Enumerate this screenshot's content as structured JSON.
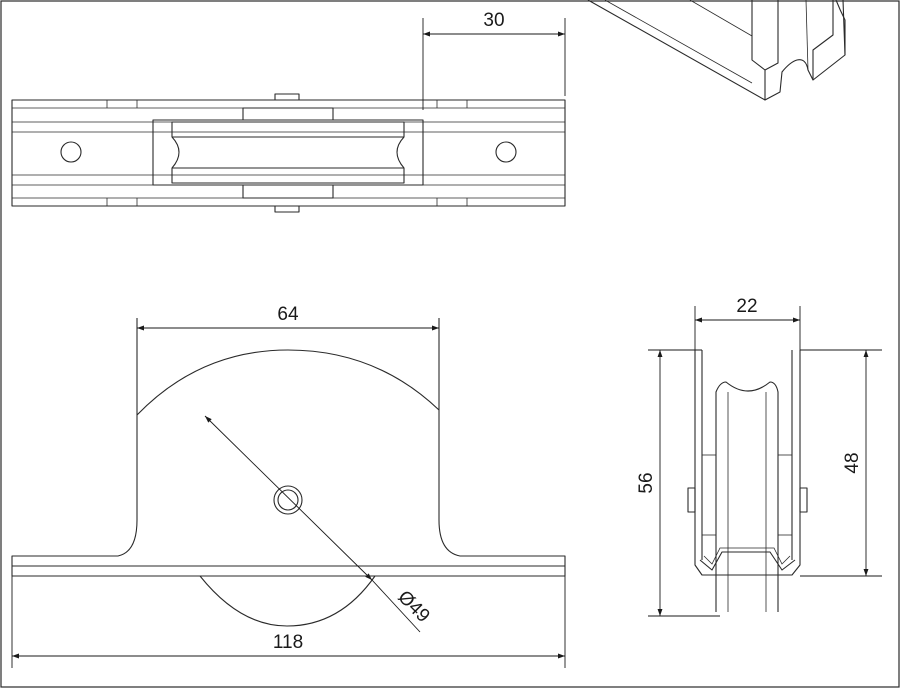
{
  "drawing": {
    "dimensions": {
      "top_offset": "30",
      "flange_width": "64",
      "base_length": "118",
      "wheel_diameter": "Ø49",
      "side_width": "22",
      "side_height": "56",
      "side_inner_height": "48"
    }
  }
}
